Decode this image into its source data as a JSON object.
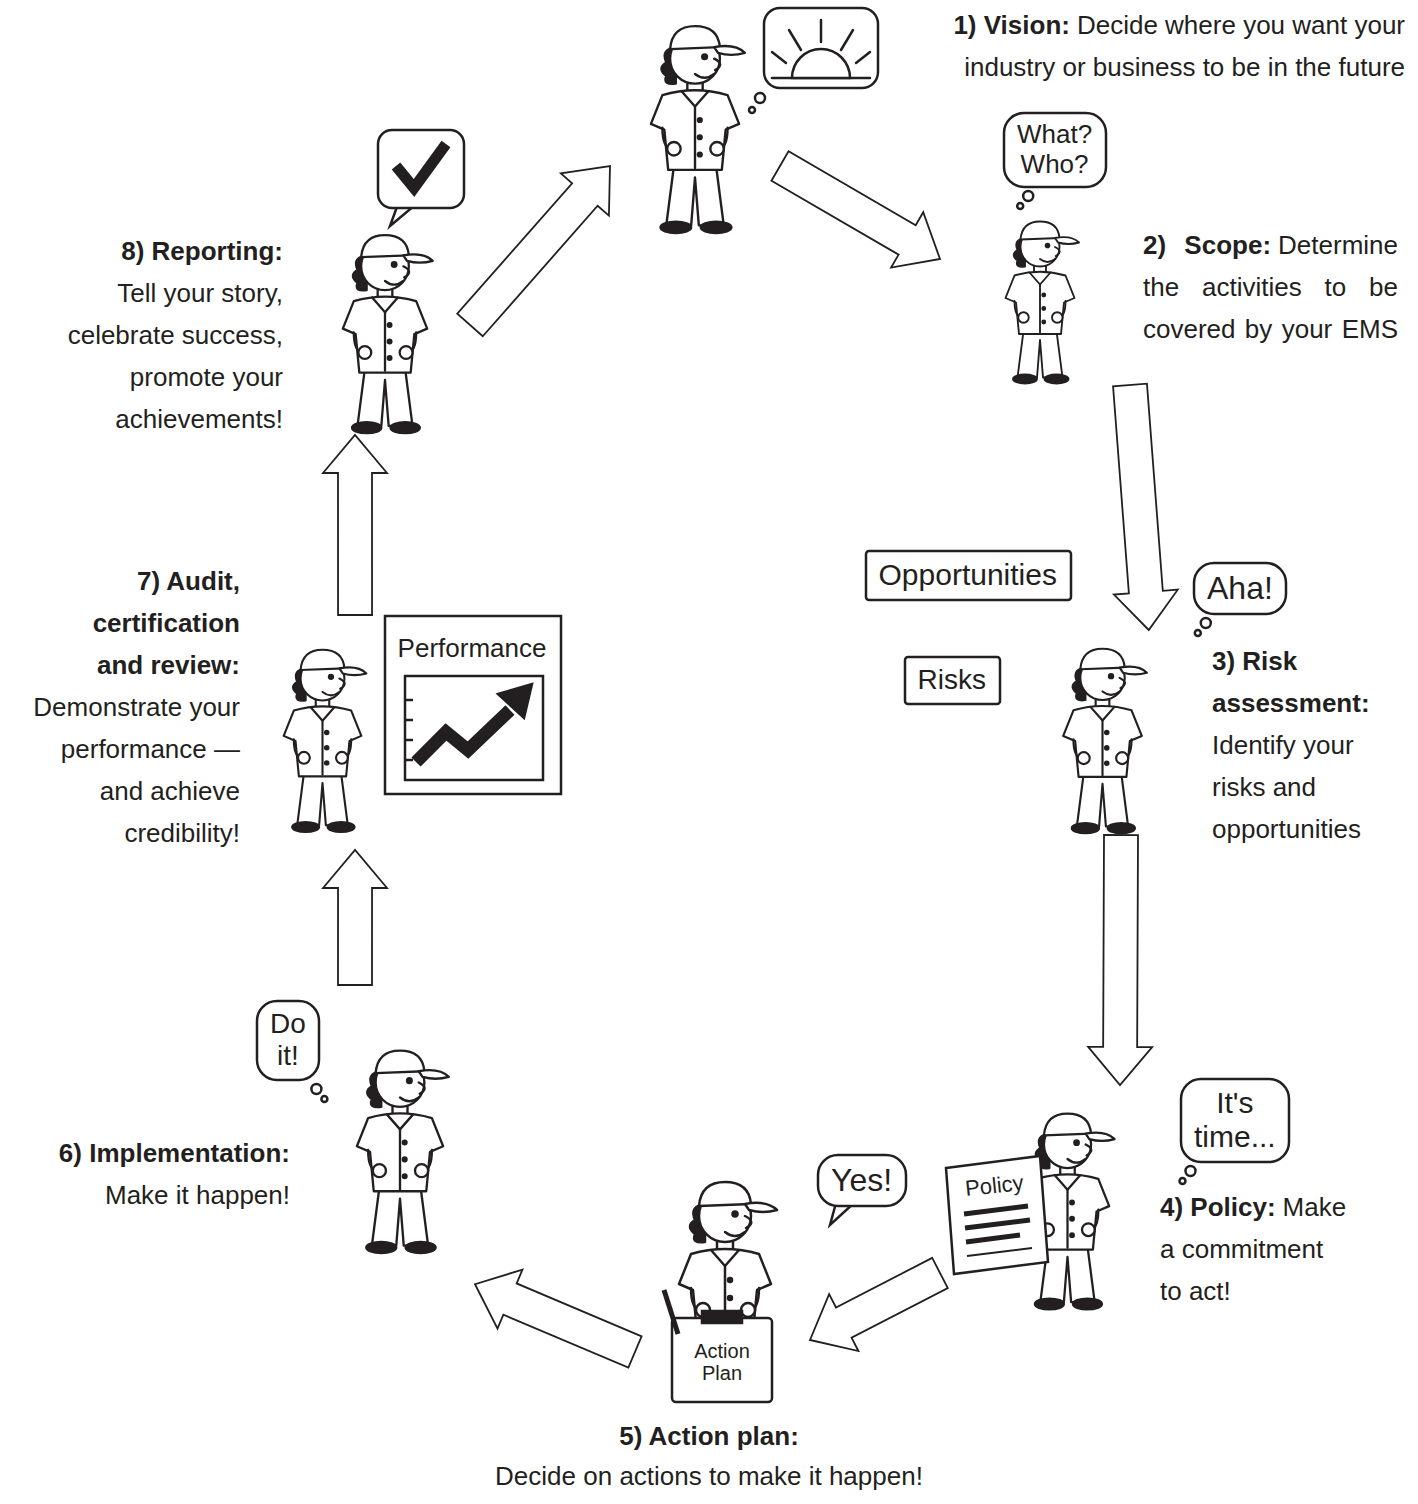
{
  "diagram": {
    "nodes": [
      {
        "text": [
          "1) Vision:",
          "Decide where you want your industry or business to be in the future"
        ]
      },
      {
        "text": [
          "2) Scope:",
          "Determine the activities to be covered by your EMS"
        ]
      },
      {
        "text": [
          "3) Risk assessment:",
          "Identify your risks and opportunities"
        ]
      },
      {
        "text": [
          "4) Policy:",
          "Make a commitment to act!"
        ]
      },
      {
        "text": [
          "5) Action plan:",
          "Decide on actions to make it happen!"
        ]
      },
      {
        "text": [
          "6) Implementation:",
          "Make it happen!"
        ]
      },
      {
        "text": [
          "7) Audit, certification and review:",
          "Demonstrate your performance — and achieve credibility!"
        ]
      },
      {
        "text": [
          "8) Reporting:",
          "Tell your story, celebrate success, promote your achievements!"
        ]
      },
      {
        "text": [
          "What? Who?"
        ]
      },
      {
        "text": [
          "Opportunities"
        ]
      },
      {
        "text": [
          "Aha!"
        ]
      },
      {
        "text": [
          "Risks"
        ]
      },
      {
        "text": [
          "It's time..."
        ]
      },
      {
        "text": [
          "Yes!"
        ]
      },
      {
        "text": [
          "Do it!"
        ]
      }
    ],
    "edges": [
      {
        "from": 0,
        "to": 1,
        "arrow": "to"
      },
      {
        "from": 1,
        "to": 2,
        "arrow": "to"
      },
      {
        "from": 2,
        "to": 3,
        "arrow": "to"
      },
      {
        "from": 3,
        "to": 4,
        "arrow": "to"
      },
      {
        "from": 4,
        "to": 5,
        "arrow": "to"
      },
      {
        "from": 5,
        "to": 6,
        "arrow": "to"
      },
      {
        "from": 6,
        "to": 7,
        "arrow": "to"
      },
      {
        "from": 7,
        "to": 0,
        "arrow": "to"
      }
    ],
    "labels": [
      "Policy",
      "Action Plan",
      "Performance"
    ]
  }
}
